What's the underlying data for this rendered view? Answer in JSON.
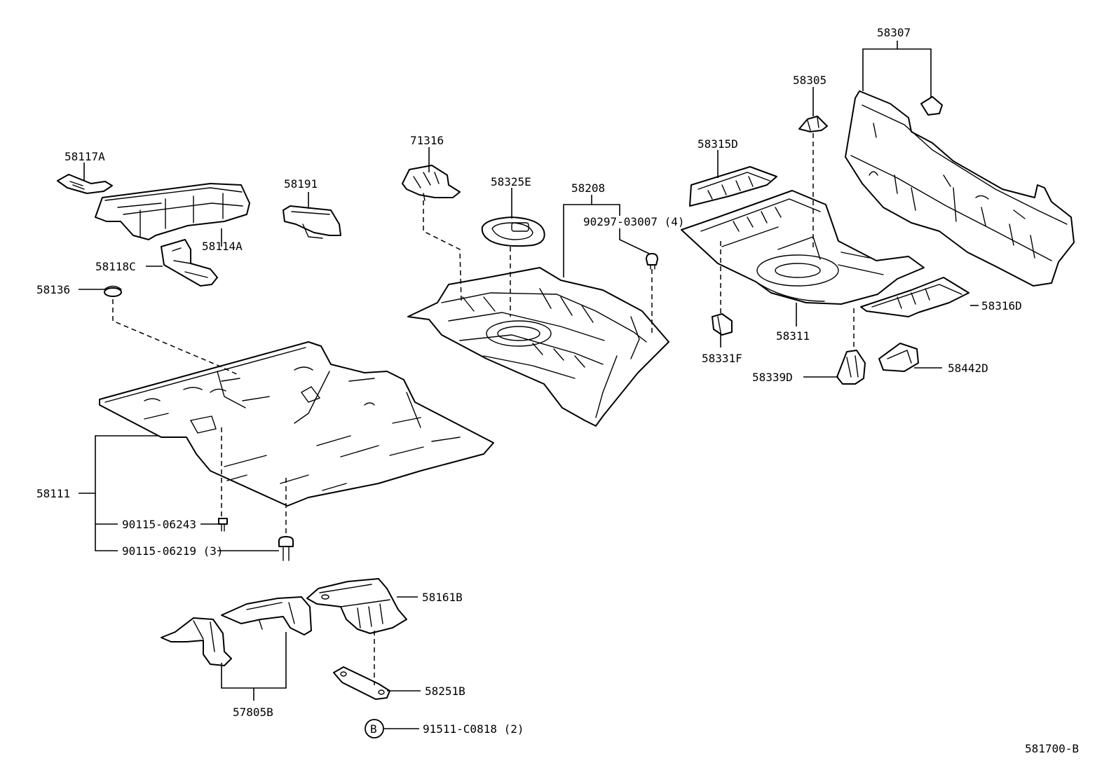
{
  "labels": {
    "p58307": "58307",
    "p58305": "58305",
    "p58117A": "58117A",
    "p71316": "71316",
    "p58315D": "58315D",
    "p58191": "58191",
    "p58325E": "58325E",
    "p58208": "58208",
    "p90297": "90297-03007 (4)",
    "p58114A": "58114A",
    "p58118C": "58118C",
    "p58136": "58136",
    "p58316D": "58316D",
    "p58311": "58311",
    "p58331F": "58331F",
    "p58339D": "58339D",
    "p58442D": "58442D",
    "p58111": "58111",
    "p90115a": "90115-06243",
    "p90115b": "90115-06219 (3)",
    "p58161B": "58161B",
    "p58251B": "58251B",
    "p57805B": "57805B",
    "pB": "B",
    "p91511": "91511-C0818 (2)",
    "ref": "581700-B"
  }
}
